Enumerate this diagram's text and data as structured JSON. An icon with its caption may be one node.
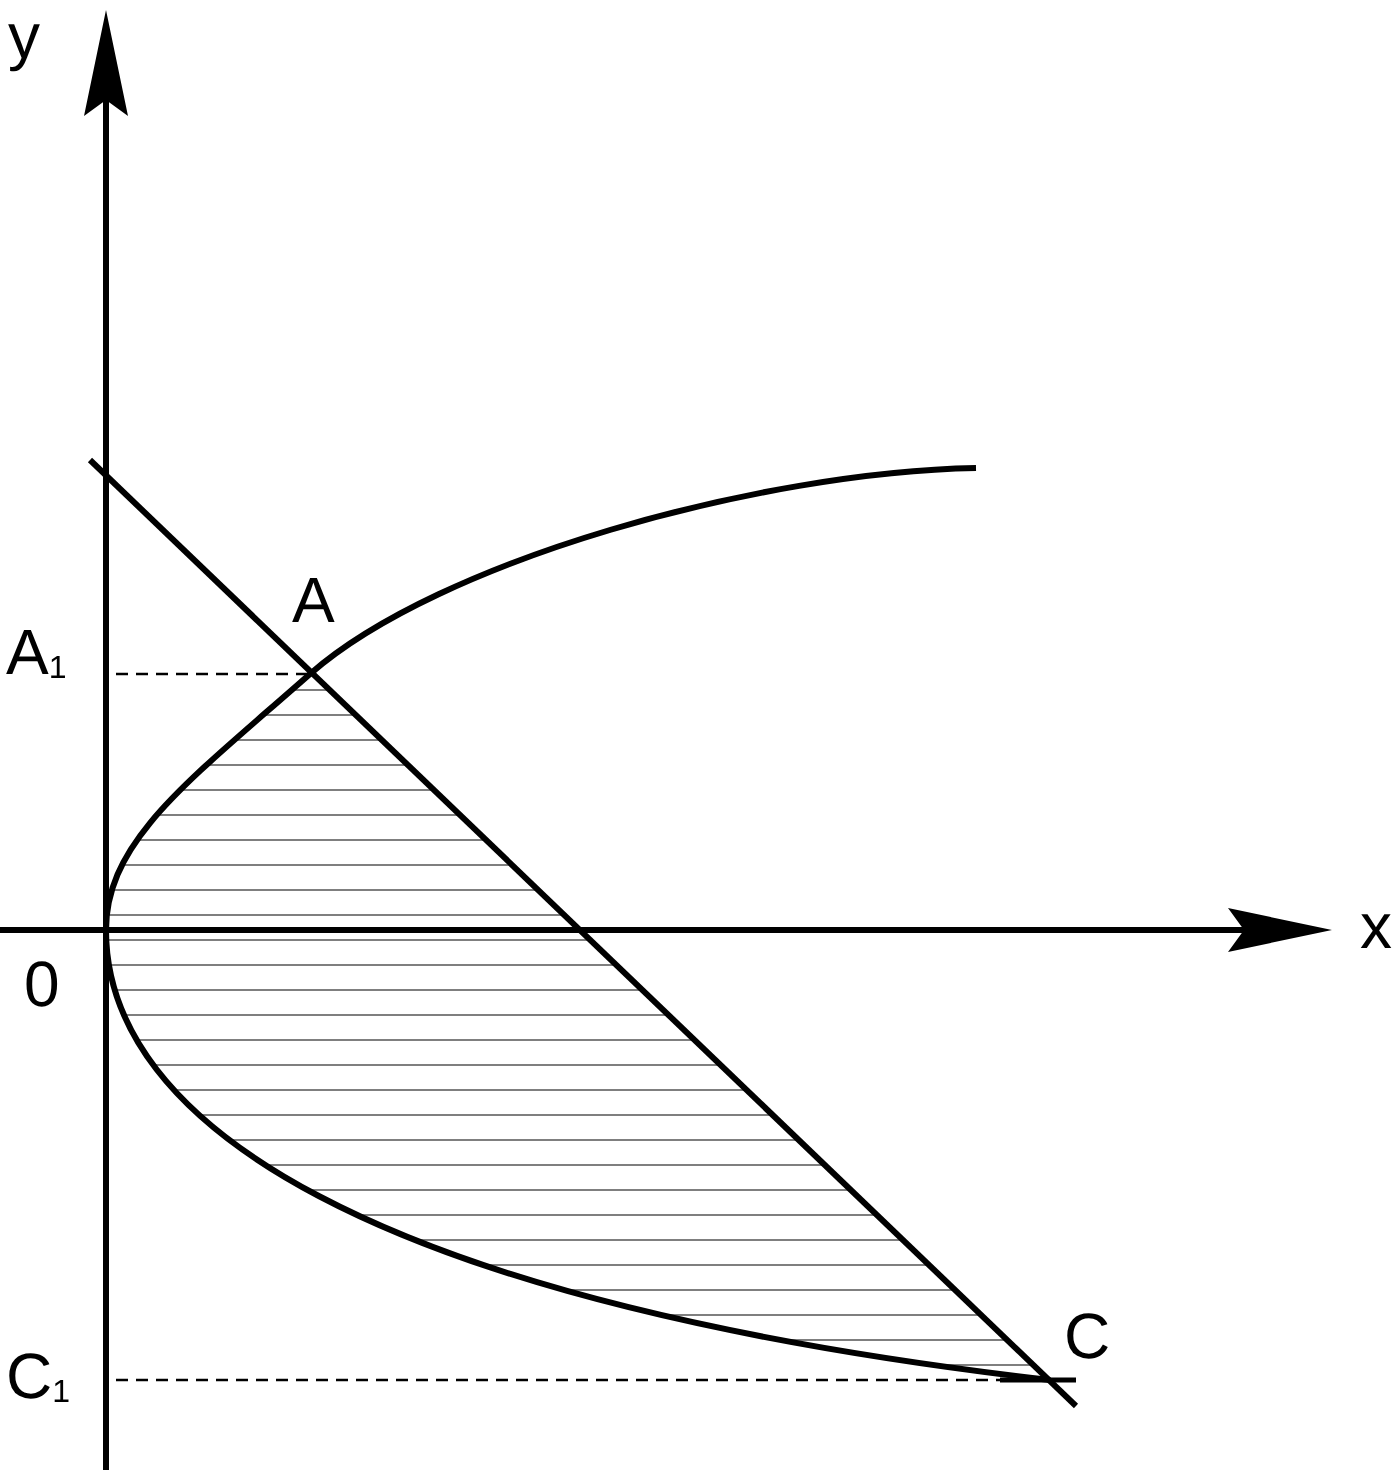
{
  "diagram": {
    "labels": [
      "y",
      "A",
      "A$_{1}$",
      "x",
      "0",
      "C",
      "C$_{1}$"
    ]
  }
}
